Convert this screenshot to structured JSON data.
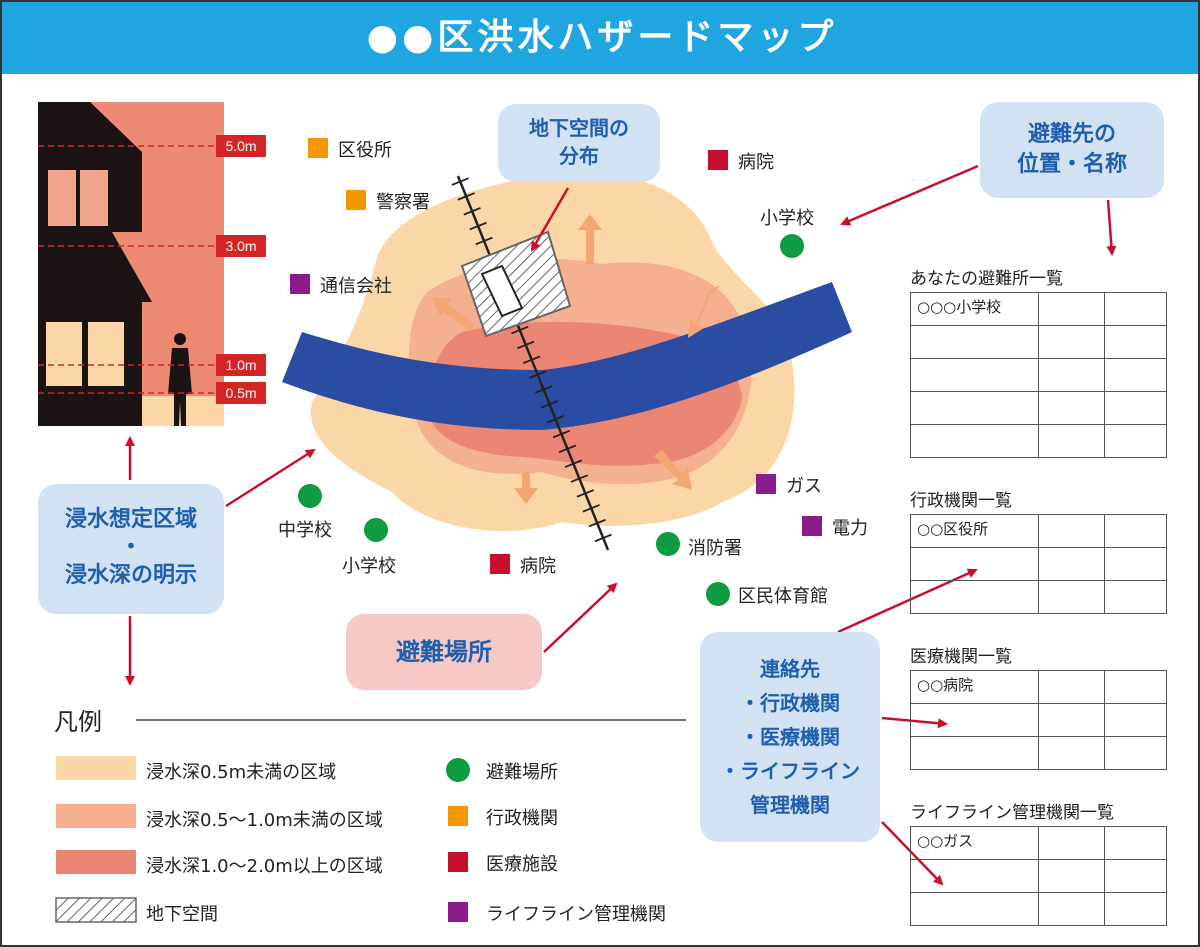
{
  "title": "●●区洪水ハザードマップ",
  "callouts": {
    "underground": [
      "地下空間の",
      "分布"
    ],
    "evac_location": [
      "避難先の",
      "位置・名称"
    ],
    "flood_area": [
      "浸水想定区域",
      "・",
      "浸水深の明示"
    ],
    "shelter": "避難場所",
    "contacts": [
      "連絡先",
      "・行政機関",
      "・医療機関",
      "・ライフライン",
      "管理機関"
    ]
  },
  "depth_markers": [
    "5.0m",
    "3.0m",
    "1.0m",
    "0.5m"
  ],
  "map_labels": {
    "ward_office": "区役所",
    "police": "警察署",
    "telecom": "通信会社",
    "hospital_top": "病院",
    "elementary_top": "小学校",
    "junior_high": "中学校",
    "elementary_bottom": "小学校",
    "hospital_bottom": "病院",
    "fire_station": "消防署",
    "gas": "ガス",
    "electric": "電力",
    "gym": "区民体育館"
  },
  "lists": [
    {
      "title": "あなたの避難所一覧",
      "first_entry": "○○○小学校",
      "rows": 5
    },
    {
      "title": "行政機関一覧",
      "first_entry": "○○区役所",
      "rows": 3
    },
    {
      "title": "医療機関一覧",
      "first_entry": "○○病院",
      "rows": 3
    },
    {
      "title": "ライフライン管理機関一覧",
      "first_entry": "○○ガス",
      "rows": 3
    }
  ],
  "legend": {
    "title": "凡例",
    "items": [
      {
        "label": "浸水深0.5m未満の区域",
        "color": "#fbd7a7"
      },
      {
        "label": "浸水深0.5〜1.0m未満の区域",
        "color": "#f5b08f"
      },
      {
        "label": "浸水深1.0〜2.0m以上の区域",
        "color": "#ec8674"
      },
      {
        "label": "地下空間",
        "color": "hatch"
      },
      {
        "label": "避難場所",
        "color": "#0f9b3f"
      },
      {
        "label": "行政機関",
        "color": "#f39800"
      },
      {
        "label": "医療施設",
        "color": "#c8102e"
      },
      {
        "label": "ライフライン管理機関",
        "color": "#8b1a8b"
      }
    ]
  },
  "colors": {
    "header": "#1fa6e0",
    "river": "#2a4da3",
    "arrow": "#c8102e",
    "flow_arrow": "#f4a672"
  }
}
